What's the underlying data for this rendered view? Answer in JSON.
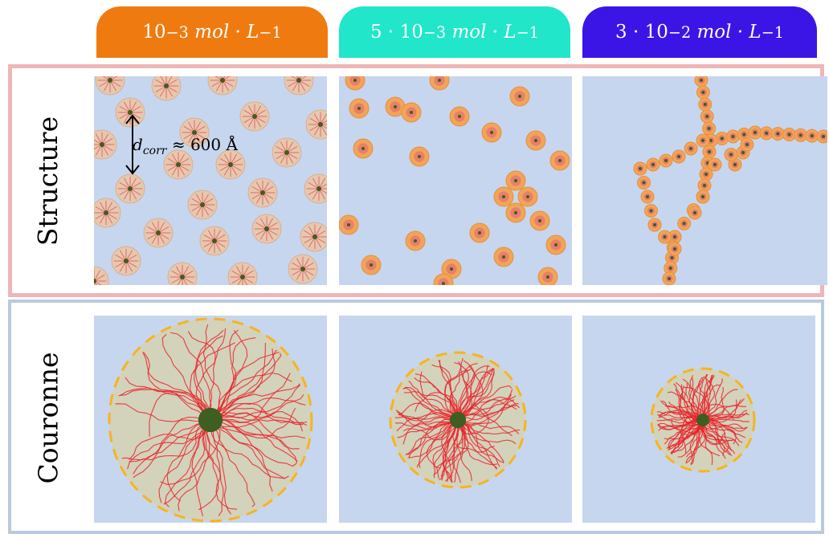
{
  "columns": [
    {
      "mantissa": "10",
      "exponent": "−3",
      "unit": "mol · L",
      "unit_exp": "−1",
      "color": "#ef7b10"
    },
    {
      "mantissa": "5 · 10",
      "exponent": "−3",
      "unit": "mol · L",
      "unit_exp": "−1",
      "color": "#22e6c9"
    },
    {
      "mantissa": "3 · 10",
      "exponent": "−2",
      "unit": "mol · L",
      "unit_exp": "−1",
      "color": "#3b15e6"
    }
  ],
  "rows": {
    "structure_label": "Structure",
    "corona_label": "Couronne",
    "structure_border_color": "#eeb6b6",
    "corona_border_color": "#b9c9e0"
  },
  "annotation": {
    "symbol": "d",
    "subscript": "corr",
    "relation": "≈ 600 Å"
  },
  "colors": {
    "panel_background": "#c7d6ef",
    "micelle_shell_sparse": "#e6c8ae",
    "micelle_shell_dense": "#f0a55a",
    "corona_chain": "#e8232a",
    "corona_halo": "#f6b421",
    "core": "#3e5e22"
  }
}
